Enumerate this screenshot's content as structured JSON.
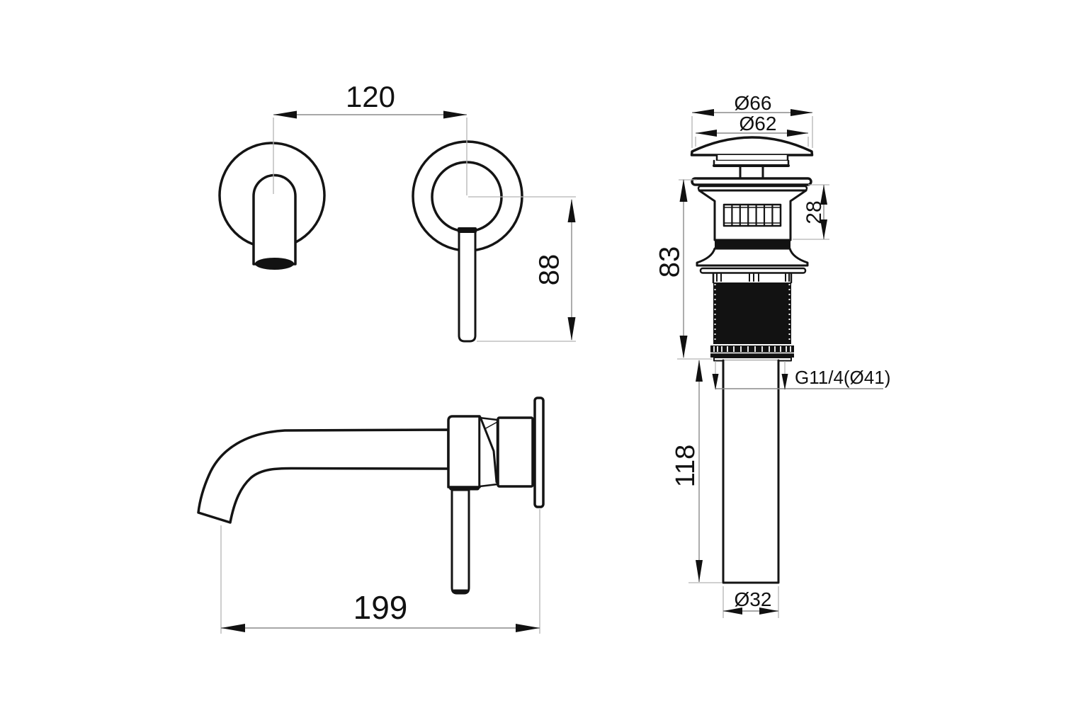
{
  "drawing": {
    "background": "#ffffff",
    "object_line_color": "#141414",
    "dimension_line_color": "#8a8a8a",
    "extension_line_color": "#b3b3b3",
    "text_color": "#111111",
    "views": {
      "front": {
        "center_distance": "120",
        "handle_drop": "88"
      },
      "side": {
        "spout_projection": "199"
      },
      "drain": {
        "cap_outer_diameter": "Ø66",
        "cap_top_diameter": "Ø62",
        "body_height": "28",
        "upper_assembly_height": "83",
        "thread_label": "G11/4(Ø41)",
        "tailpipe_length": "118",
        "tailpipe_diameter": "Ø32"
      }
    }
  }
}
